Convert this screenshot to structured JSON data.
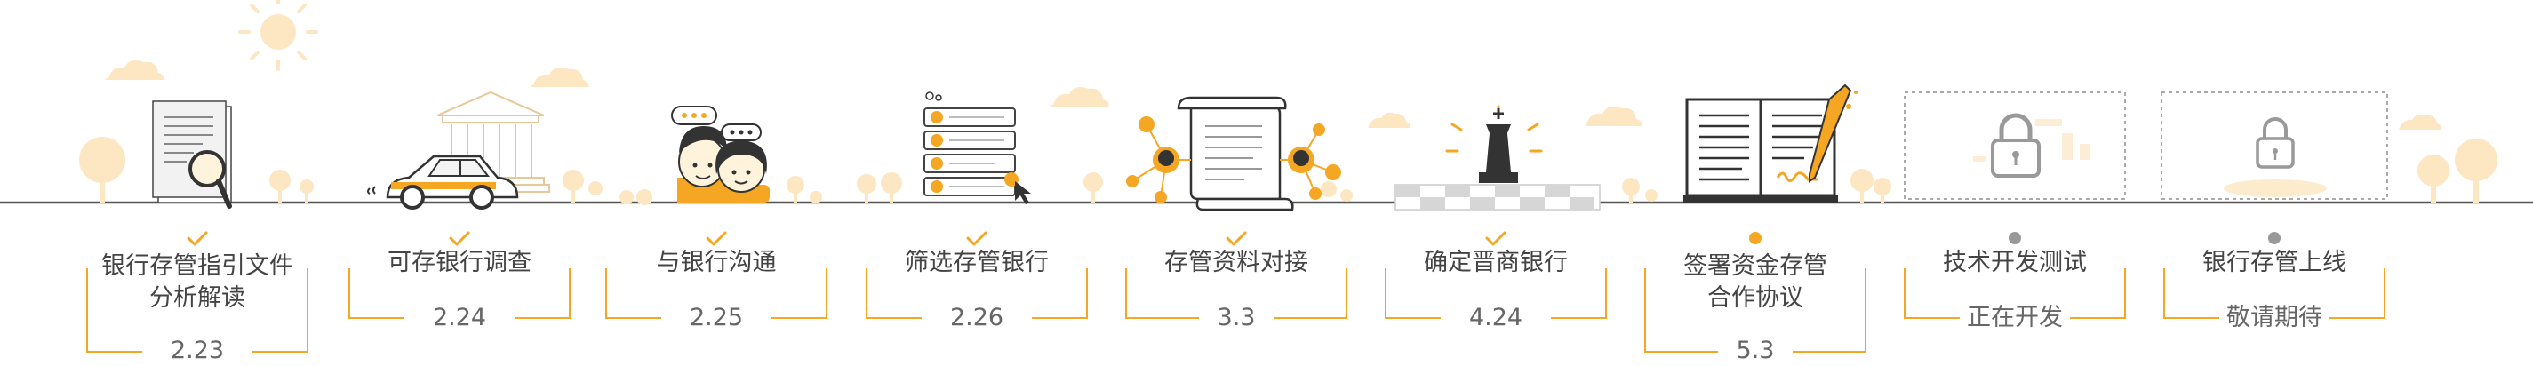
{
  "colors": {
    "accent": "#f5a623",
    "done": "#f5a623",
    "pending": "#999999",
    "line": "#555555",
    "text": "#444444",
    "muted": "#666666",
    "icon_dark": "#333333",
    "cloud": "#fde6c2"
  },
  "steps": [
    {
      "name": "step-analyze-docs",
      "label_lines": [
        "银行存管指引文件",
        "分析解读"
      ],
      "date": "2.23",
      "status": "done",
      "icon": "document-search-icon"
    },
    {
      "name": "step-bank-research",
      "label_lines": [
        "可存银行调查"
      ],
      "date": "2.24",
      "status": "done",
      "icon": "bank-car-icon"
    },
    {
      "name": "step-bank-communicate",
      "label_lines": [
        "与银行沟通"
      ],
      "date": "2.25",
      "status": "done",
      "icon": "people-chat-icon"
    },
    {
      "name": "step-select-bank",
      "label_lines": [
        "筛选存管银行"
      ],
      "date": "2.26",
      "status": "done",
      "icon": "checklist-icon"
    },
    {
      "name": "step-docs-connect",
      "label_lines": [
        "存管资料对接"
      ],
      "date": "3.3",
      "status": "done",
      "icon": "scroll-network-icon"
    },
    {
      "name": "step-confirm-bank",
      "label_lines": [
        "确定晋商银行"
      ],
      "date": "4.24",
      "status": "done",
      "icon": "chess-king-icon"
    },
    {
      "name": "step-sign-agreement",
      "label_lines": [
        "签署资金存管",
        "合作协议"
      ],
      "date": "5.3",
      "status": "current",
      "icon": "book-pen-icon"
    },
    {
      "name": "step-dev-test",
      "label_lines": [
        "技术开发测试"
      ],
      "date": "正在开发",
      "status": "pending",
      "icon": "lock-icon"
    },
    {
      "name": "step-go-live",
      "label_lines": [
        "银行存管上线"
      ],
      "date": "敬请期待",
      "status": "pending",
      "icon": "lock-icon"
    }
  ]
}
